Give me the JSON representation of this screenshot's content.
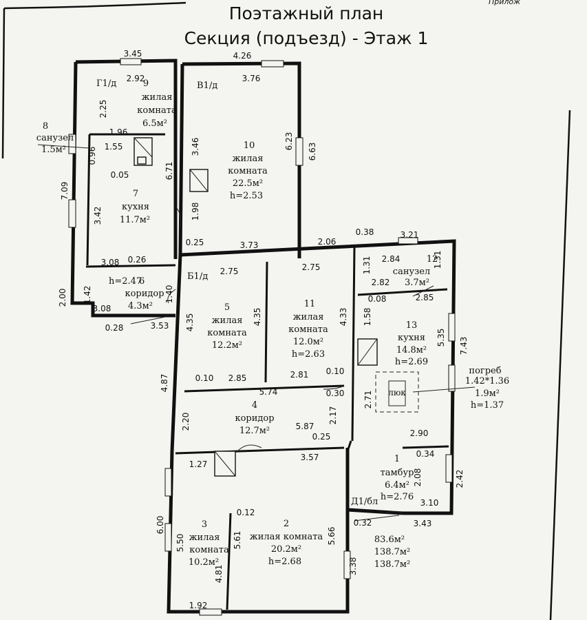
{
  "header": {
    "title": "Поэтажный план",
    "subtitle": "Секция (подъезд) - Этаж 1",
    "corner_note": "Прилож"
  },
  "rooms": {
    "r1": {
      "num": "1",
      "name": "тамбур",
      "area": "6.4м²",
      "height": "h=2.76"
    },
    "r2": {
      "num": "2",
      "name": "жилая комната",
      "area": "20.2м²",
      "height": "h=2.68"
    },
    "r3": {
      "num": "3",
      "name1": "жилая",
      "name2": "комната",
      "area": "10.2м²"
    },
    "r4": {
      "num": "4",
      "name": "коридор",
      "area": "12.7м²"
    },
    "r5": {
      "num": "5",
      "name1": "жилая",
      "name2": "комната",
      "area": "12.2м²"
    },
    "r6": {
      "num": "6",
      "name": "коридор",
      "area": "4.3м²",
      "height": "h=2.47"
    },
    "r7": {
      "num": "7",
      "name": "кухня",
      "area": "11.7м²"
    },
    "r8": {
      "num": "8",
      "name": "санузел",
      "area": "1.5м²"
    },
    "r9": {
      "num": "9",
      "name1": "жилая",
      "name2": "комната",
      "area": "6.5м²"
    },
    "r10": {
      "num": "10",
      "name1": "жилая",
      "name2": "комната",
      "area": "22.5м²",
      "height": "h=2.53"
    },
    "r11": {
      "num": "11",
      "name1": "жилая",
      "name2": "комната",
      "area": "12.0м²",
      "height": "h=2.63"
    },
    "r12": {
      "num": "12",
      "name": "санузел",
      "area": "3.7м²"
    },
    "r13": {
      "num": "13",
      "name": "кухня",
      "area": "14.8м²",
      "height": "h=2.69"
    }
  },
  "cellar": {
    "name": "погреб",
    "size": "1.42*1.36",
    "area": "1.9м²",
    "height": "h=1.37",
    "hatch": "люк"
  },
  "wall_marks": {
    "g1": "Г1/д",
    "v1": "В1/д",
    "b1": "Б1/д",
    "d1": "Д1/бл"
  },
  "dimensions": {
    "d345": "3.45",
    "d292": "2.92",
    "d426": "4.26",
    "d376": "3.76",
    "d225": "2.25",
    "d196": "1.96",
    "d155": "1.55",
    "d096": "0.96",
    "d005": "0.05",
    "d709": "7.09",
    "d342": "3.42",
    "d346": "3.46",
    "d671": "6.71",
    "d623": "6.23",
    "d663": "6.63",
    "d198": "1.98",
    "d025a": "0.25",
    "d373": "3.73",
    "d206": "2.06",
    "d038": "0.38",
    "d321": "3.21",
    "d284": "2.84",
    "d131a": "1.31",
    "d131b": "1.31",
    "d282": "2.82",
    "d008": "0.08",
    "d285a": "2.85",
    "d308a": "3.08",
    "d026": "0.26",
    "d142": "1.42",
    "d200": "2.00",
    "d308b": "3.08",
    "d028": "0.28",
    "d353": "3.53",
    "d140": "1.40",
    "d275a": "2.75",
    "d275b": "2.75",
    "d435a": "4.35",
    "d435b": "4.35",
    "d433": "4.33",
    "d158": "1.58",
    "d535": "5.35",
    "d743": "7.43",
    "d487": "4.87",
    "d010a": "0.10",
    "d285b": "2.85",
    "d281": "2.81",
    "d010b": "0.10",
    "d574": "5.74",
    "d030": "0.30",
    "d271": "2.71",
    "d220": "2.20",
    "d587": "5.87",
    "d217": "2.17",
    "d025b": "0.25",
    "d290": "2.90",
    "d034": "0.34",
    "d127": "1.27",
    "d357": "3.57",
    "d208": "2.08",
    "d242": "2.42",
    "d310": "3.10",
    "d012": "0.12",
    "d343": "3.43",
    "d032": "0.32",
    "d600": "6.00",
    "d550": "5.50",
    "d561": "5.61",
    "d566": "5.66",
    "d338": "3.38",
    "d481": "4.81",
    "d192": "1.92"
  },
  "totals": {
    "area_living": "83.6м²",
    "area_total": "138.7м²",
    "area_general": "138.7м²"
  }
}
